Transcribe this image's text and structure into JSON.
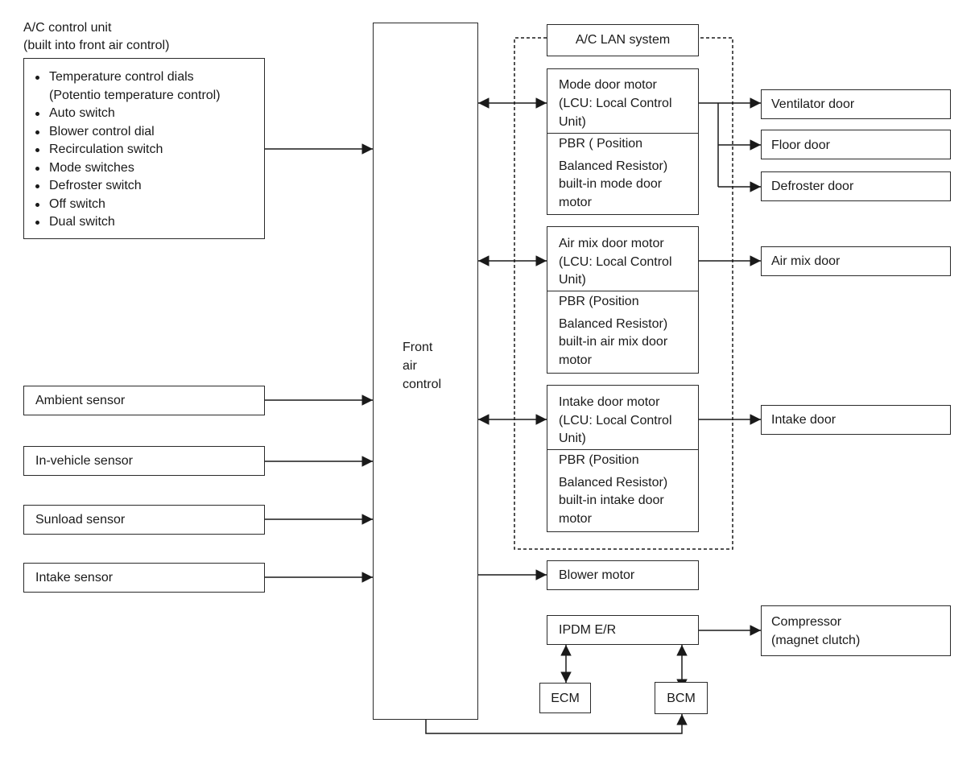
{
  "ac_control_unit": {
    "title_line1": "A/C control unit",
    "title_line2": "(built into front air control)",
    "items": [
      {
        "text": "Temperature control dials",
        "bullet": true
      },
      {
        "text": "(Potentio temperature control)",
        "bullet": false
      },
      {
        "text": "Auto switch",
        "bullet": true
      },
      {
        "text": "Blower control dial",
        "bullet": true
      },
      {
        "text": "Recirculation switch",
        "bullet": true
      },
      {
        "text": "Mode switches",
        "bullet": true
      },
      {
        "text": "Defroster switch",
        "bullet": true
      },
      {
        "text": "Off switch",
        "bullet": true
      },
      {
        "text": "Dual switch",
        "bullet": true
      }
    ]
  },
  "sensors": {
    "ambient": "Ambient sensor",
    "in_vehicle": "In-vehicle sensor",
    "sunload": "Sunload sensor",
    "intake": "Intake sensor"
  },
  "front_air_control": {
    "line1": "Front",
    "line2": "air",
    "line3": "control"
  },
  "ac_lan": {
    "title": "A/C LAN system",
    "mode_motor": {
      "lcu_lines": [
        "Mode door motor",
        "(LCU: Local Control",
        "Unit)"
      ],
      "pbr_lines": [
        "PBR ( Position",
        "Balanced Resistor)",
        "built-in mode door",
        "motor"
      ]
    },
    "airmix_motor": {
      "lcu_lines": [
        "Air mix door motor",
        "(LCU: Local Control",
        "Unit)"
      ],
      "pbr_lines": [
        "PBR (Position",
        "Balanced Resistor)",
        "built-in air mix door",
        "motor"
      ]
    },
    "intake_motor": {
      "lcu_lines": [
        "Intake door motor",
        "(LCU: Local Control",
        "Unit)"
      ],
      "pbr_lines": [
        "PBR (Position",
        "Balanced Resistor)",
        "built-in intake door",
        "motor"
      ]
    }
  },
  "doors": {
    "ventilator": "Ventilator door",
    "floor": "Floor door",
    "defroster": "Defroster door",
    "air_mix": "Air mix door",
    "intake": "Intake door"
  },
  "blower_motor": "Blower motor",
  "ipdm": "IPDM E/R",
  "compressor": {
    "line1": "Compressor",
    "line2": "(magnet clutch)"
  },
  "ecm": "ECM",
  "bcm": "BCM"
}
